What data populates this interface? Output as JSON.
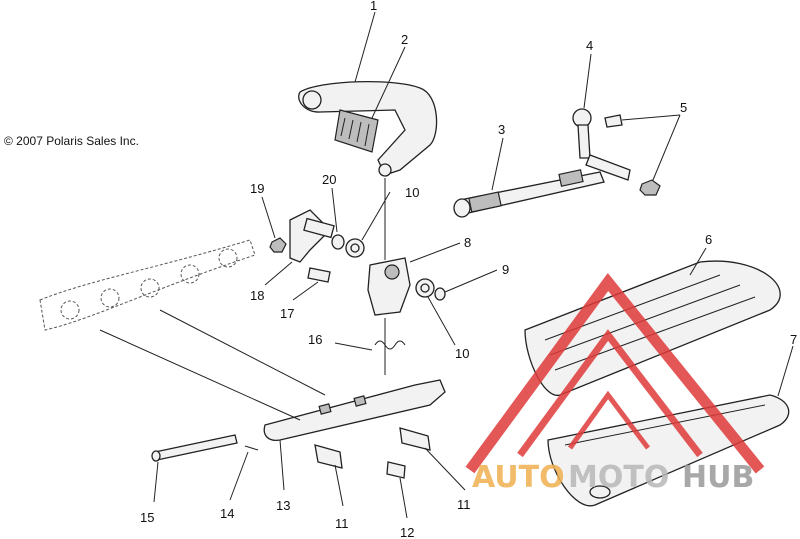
{
  "copyright": "© 2007 Polaris Sales Inc.",
  "callouts": [
    "1",
    "2",
    "3",
    "4",
    "5",
    "6",
    "7",
    "8",
    "9",
    "10",
    "10",
    "11",
    "11",
    "12",
    "13",
    "14",
    "15",
    "16",
    "17",
    "18",
    "19",
    "20"
  ],
  "watermark": {
    "part1": "AUTO",
    "part2": "MOTO",
    "part3": "HUB",
    "colors": {
      "red": "#e03a3a",
      "orange": "#f0b050",
      "grey": "#b8b8b8"
    }
  }
}
